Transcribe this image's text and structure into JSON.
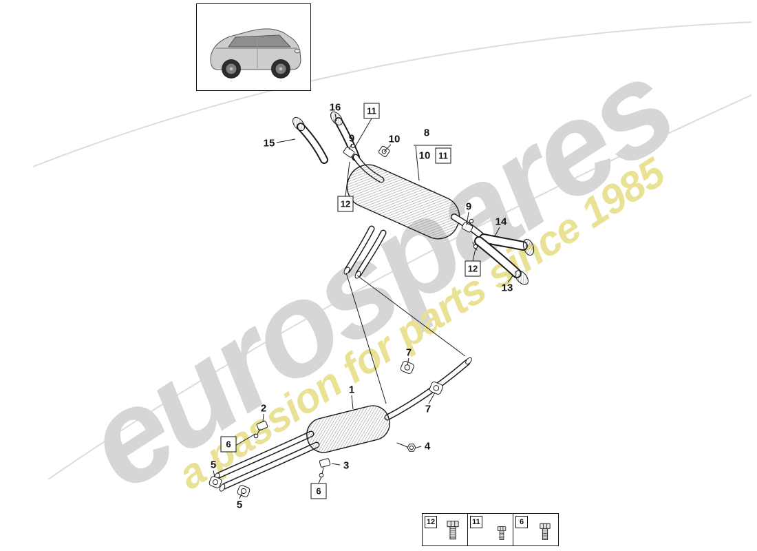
{
  "watermark": {
    "brand": "eurospares",
    "tagline": "a passion for parts since 1985"
  },
  "colors": {
    "wm_gray": "#d6d6d6",
    "wm_yellow": "#e9e294",
    "swoosh": "#dcdcdc",
    "line": "#1a1a1a"
  },
  "labels": [
    {
      "text": "16",
      "boxed": false
    },
    {
      "text": "11",
      "boxed": true
    },
    {
      "text": "15",
      "boxed": false
    },
    {
      "text": "9",
      "boxed": false
    },
    {
      "text": "10",
      "boxed": false
    },
    {
      "text": "8",
      "boxed": false
    },
    {
      "text": "10",
      "boxed": false
    },
    {
      "text": "11",
      "boxed": true
    },
    {
      "text": "12",
      "boxed": true
    },
    {
      "text": "9",
      "boxed": false
    },
    {
      "text": "14",
      "boxed": false
    },
    {
      "text": "12",
      "boxed": true
    },
    {
      "text": "13",
      "boxed": false
    },
    {
      "text": "7",
      "boxed": false
    },
    {
      "text": "1",
      "boxed": false
    },
    {
      "text": "2",
      "boxed": false
    },
    {
      "text": "7",
      "boxed": false
    },
    {
      "text": "6",
      "boxed": true
    },
    {
      "text": "4",
      "boxed": false
    },
    {
      "text": "3",
      "boxed": false
    },
    {
      "text": "5",
      "boxed": false
    },
    {
      "text": "6",
      "boxed": true
    },
    {
      "text": "5",
      "boxed": false
    }
  ],
  "legend": {
    "items": [
      {
        "id": "12"
      },
      {
        "id": "11"
      },
      {
        "id": "6"
      }
    ]
  },
  "icons": {
    "vehicle_thumbnail": "cayenne-suv-side-view",
    "legend_fastener": "hex-bolt"
  }
}
